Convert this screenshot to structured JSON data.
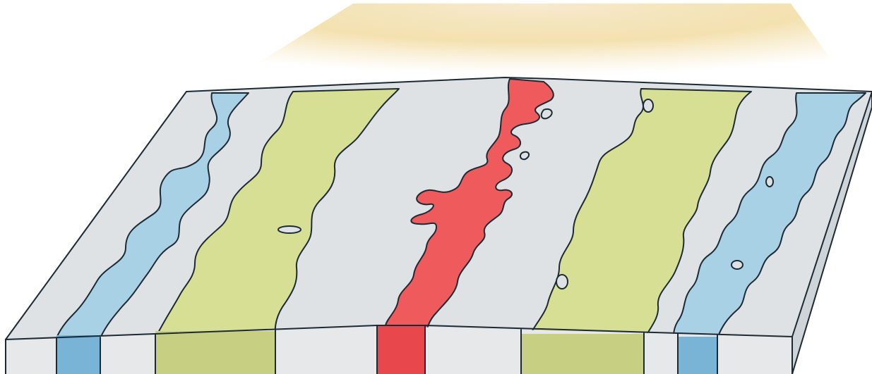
{
  "diagram": {
    "colors": {
      "background": "#ffffff",
      "glow": "#f3e0a8",
      "slab_top": "#dfe2e5",
      "slab_front": "#e6e8ea",
      "slab_side": "#cfd4d8",
      "outline": "#1c2a35",
      "blue_stripe": "#a9d1e6",
      "blue_front": "#79b3d6",
      "green_stripe": "#d7df95",
      "green_front": "#c7cf82",
      "red_stripe": "#ef5a5c",
      "red_front": "#e8484c"
    },
    "stripes": [
      {
        "color_key": "blue_stripe"
      },
      {
        "color_key": "green_stripe"
      },
      {
        "color_key": "red_stripe"
      },
      {
        "color_key": "green_stripe"
      },
      {
        "color_key": "blue_stripe"
      }
    ]
  }
}
